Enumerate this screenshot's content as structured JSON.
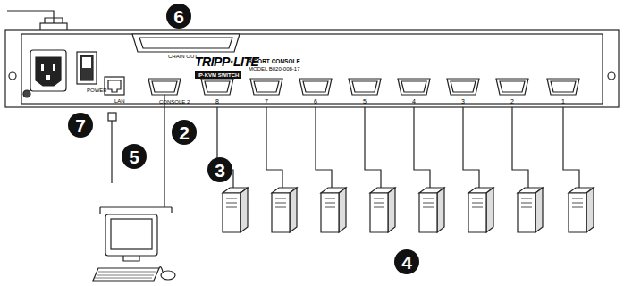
{
  "diagram": {
    "labels": [
      "6",
      "CHAIN OUT",
      "TRIPP·LITE",
      "8-PORT CONSOLE",
      "MODEL B020-008-17",
      "IP·KVM SWITCH",
      "LAN",
      "CONSOLE 2",
      "POWER",
      "8",
      "7",
      "6",
      "5",
      "4",
      "3",
      "2",
      "1",
      "7",
      "2",
      "5",
      "3",
      "4"
    ]
  }
}
